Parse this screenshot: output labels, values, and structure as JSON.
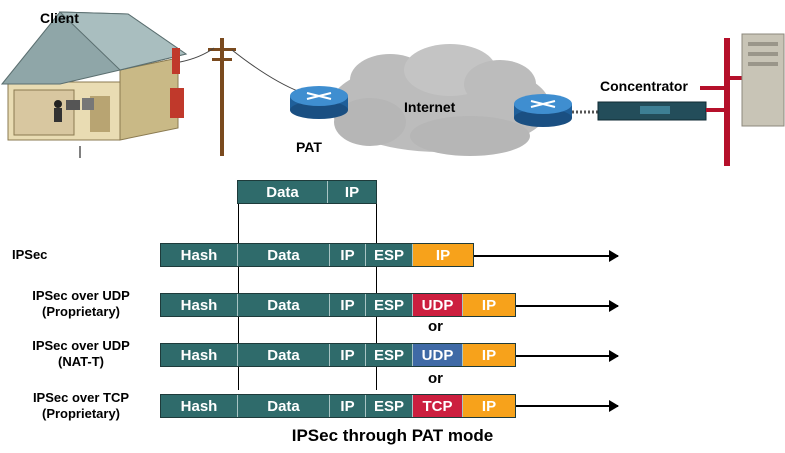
{
  "network": {
    "client_label": "Client",
    "pat_label": "PAT",
    "internet_label": "Internet",
    "concentrator_label": "Concentrator"
  },
  "top_packet": {
    "cells": [
      "Data",
      "IP"
    ]
  },
  "rows": [
    {
      "label_lines": [
        "IPSec"
      ],
      "cells": [
        "Hash",
        "Data",
        "IP",
        "ESP",
        "IP"
      ],
      "outer_colors": [
        "#f7a21b"
      ]
    },
    {
      "label_lines": [
        "IPSec over UDP",
        "(Proprietary)"
      ],
      "cells": [
        "Hash",
        "Data",
        "IP",
        "ESP",
        "UDP",
        "IP"
      ],
      "outer_colors": [
        "#cc1f3f",
        "#f7a21b"
      ]
    },
    {
      "label_lines": [
        "IPSec over UDP",
        "(NAT-T)"
      ],
      "cells": [
        "Hash",
        "Data",
        "IP",
        "ESP",
        "UDP",
        "IP"
      ],
      "outer_colors": [
        "#3f6aa6",
        "#f7a21b"
      ]
    },
    {
      "label_lines": [
        "IPSec over TCP",
        "(Proprietary)"
      ],
      "cells": [
        "Hash",
        "Data",
        "IP",
        "ESP",
        "TCP",
        "IP"
      ],
      "outer_colors": [
        "#cc1f3f",
        "#f7a21b"
      ]
    }
  ],
  "or_label": "or",
  "caption": "IPSec through PAT mode"
}
